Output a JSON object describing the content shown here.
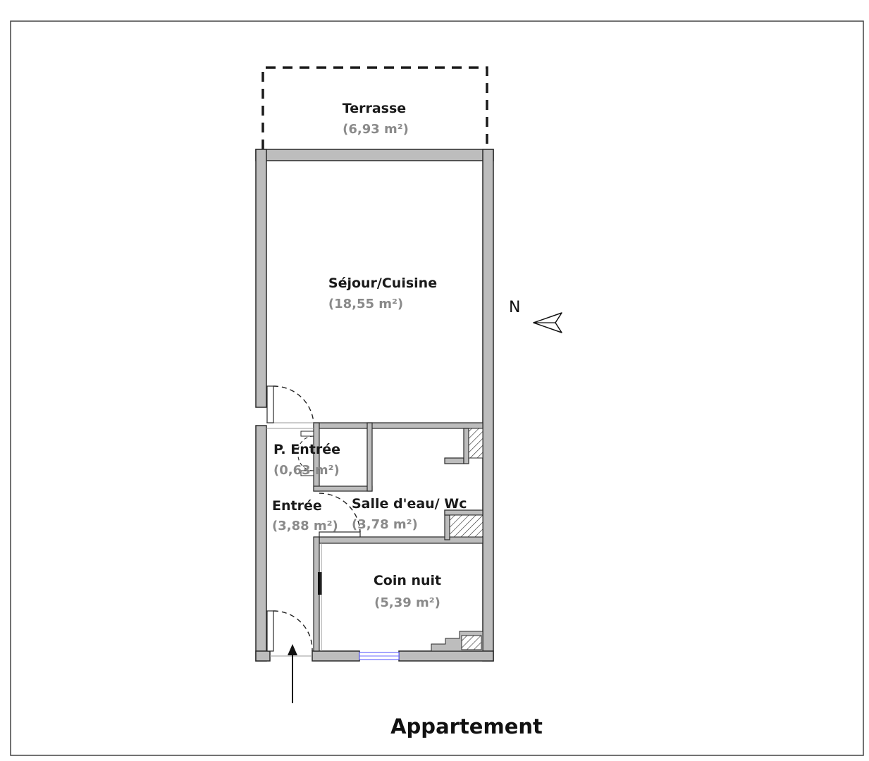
{
  "plan_title": "Appartement",
  "north_label": "N",
  "rooms": {
    "terrasse": {
      "name": "Terrasse",
      "area": "(6,93 m²)"
    },
    "sejour": {
      "name": "Séjour/Cuisine",
      "area": "(18,55 m²)"
    },
    "p_entree": {
      "name": "P. Entrée",
      "area": "(0,63 m²)"
    },
    "entree": {
      "name": "Entrée",
      "area": "(3,88 m²)"
    },
    "salle_eau": {
      "name": "Salle d'eau/ Wc",
      "area": "(3,78 m²)"
    },
    "coin_nuit": {
      "name": "Coin nuit",
      "area": "(5,39 m²)"
    }
  },
  "colors": {
    "wall_fill": "#bdbdbd",
    "wall_stroke": "#2a2a2a",
    "area_text": "#8a8a8a",
    "window": "#6a6aff"
  }
}
